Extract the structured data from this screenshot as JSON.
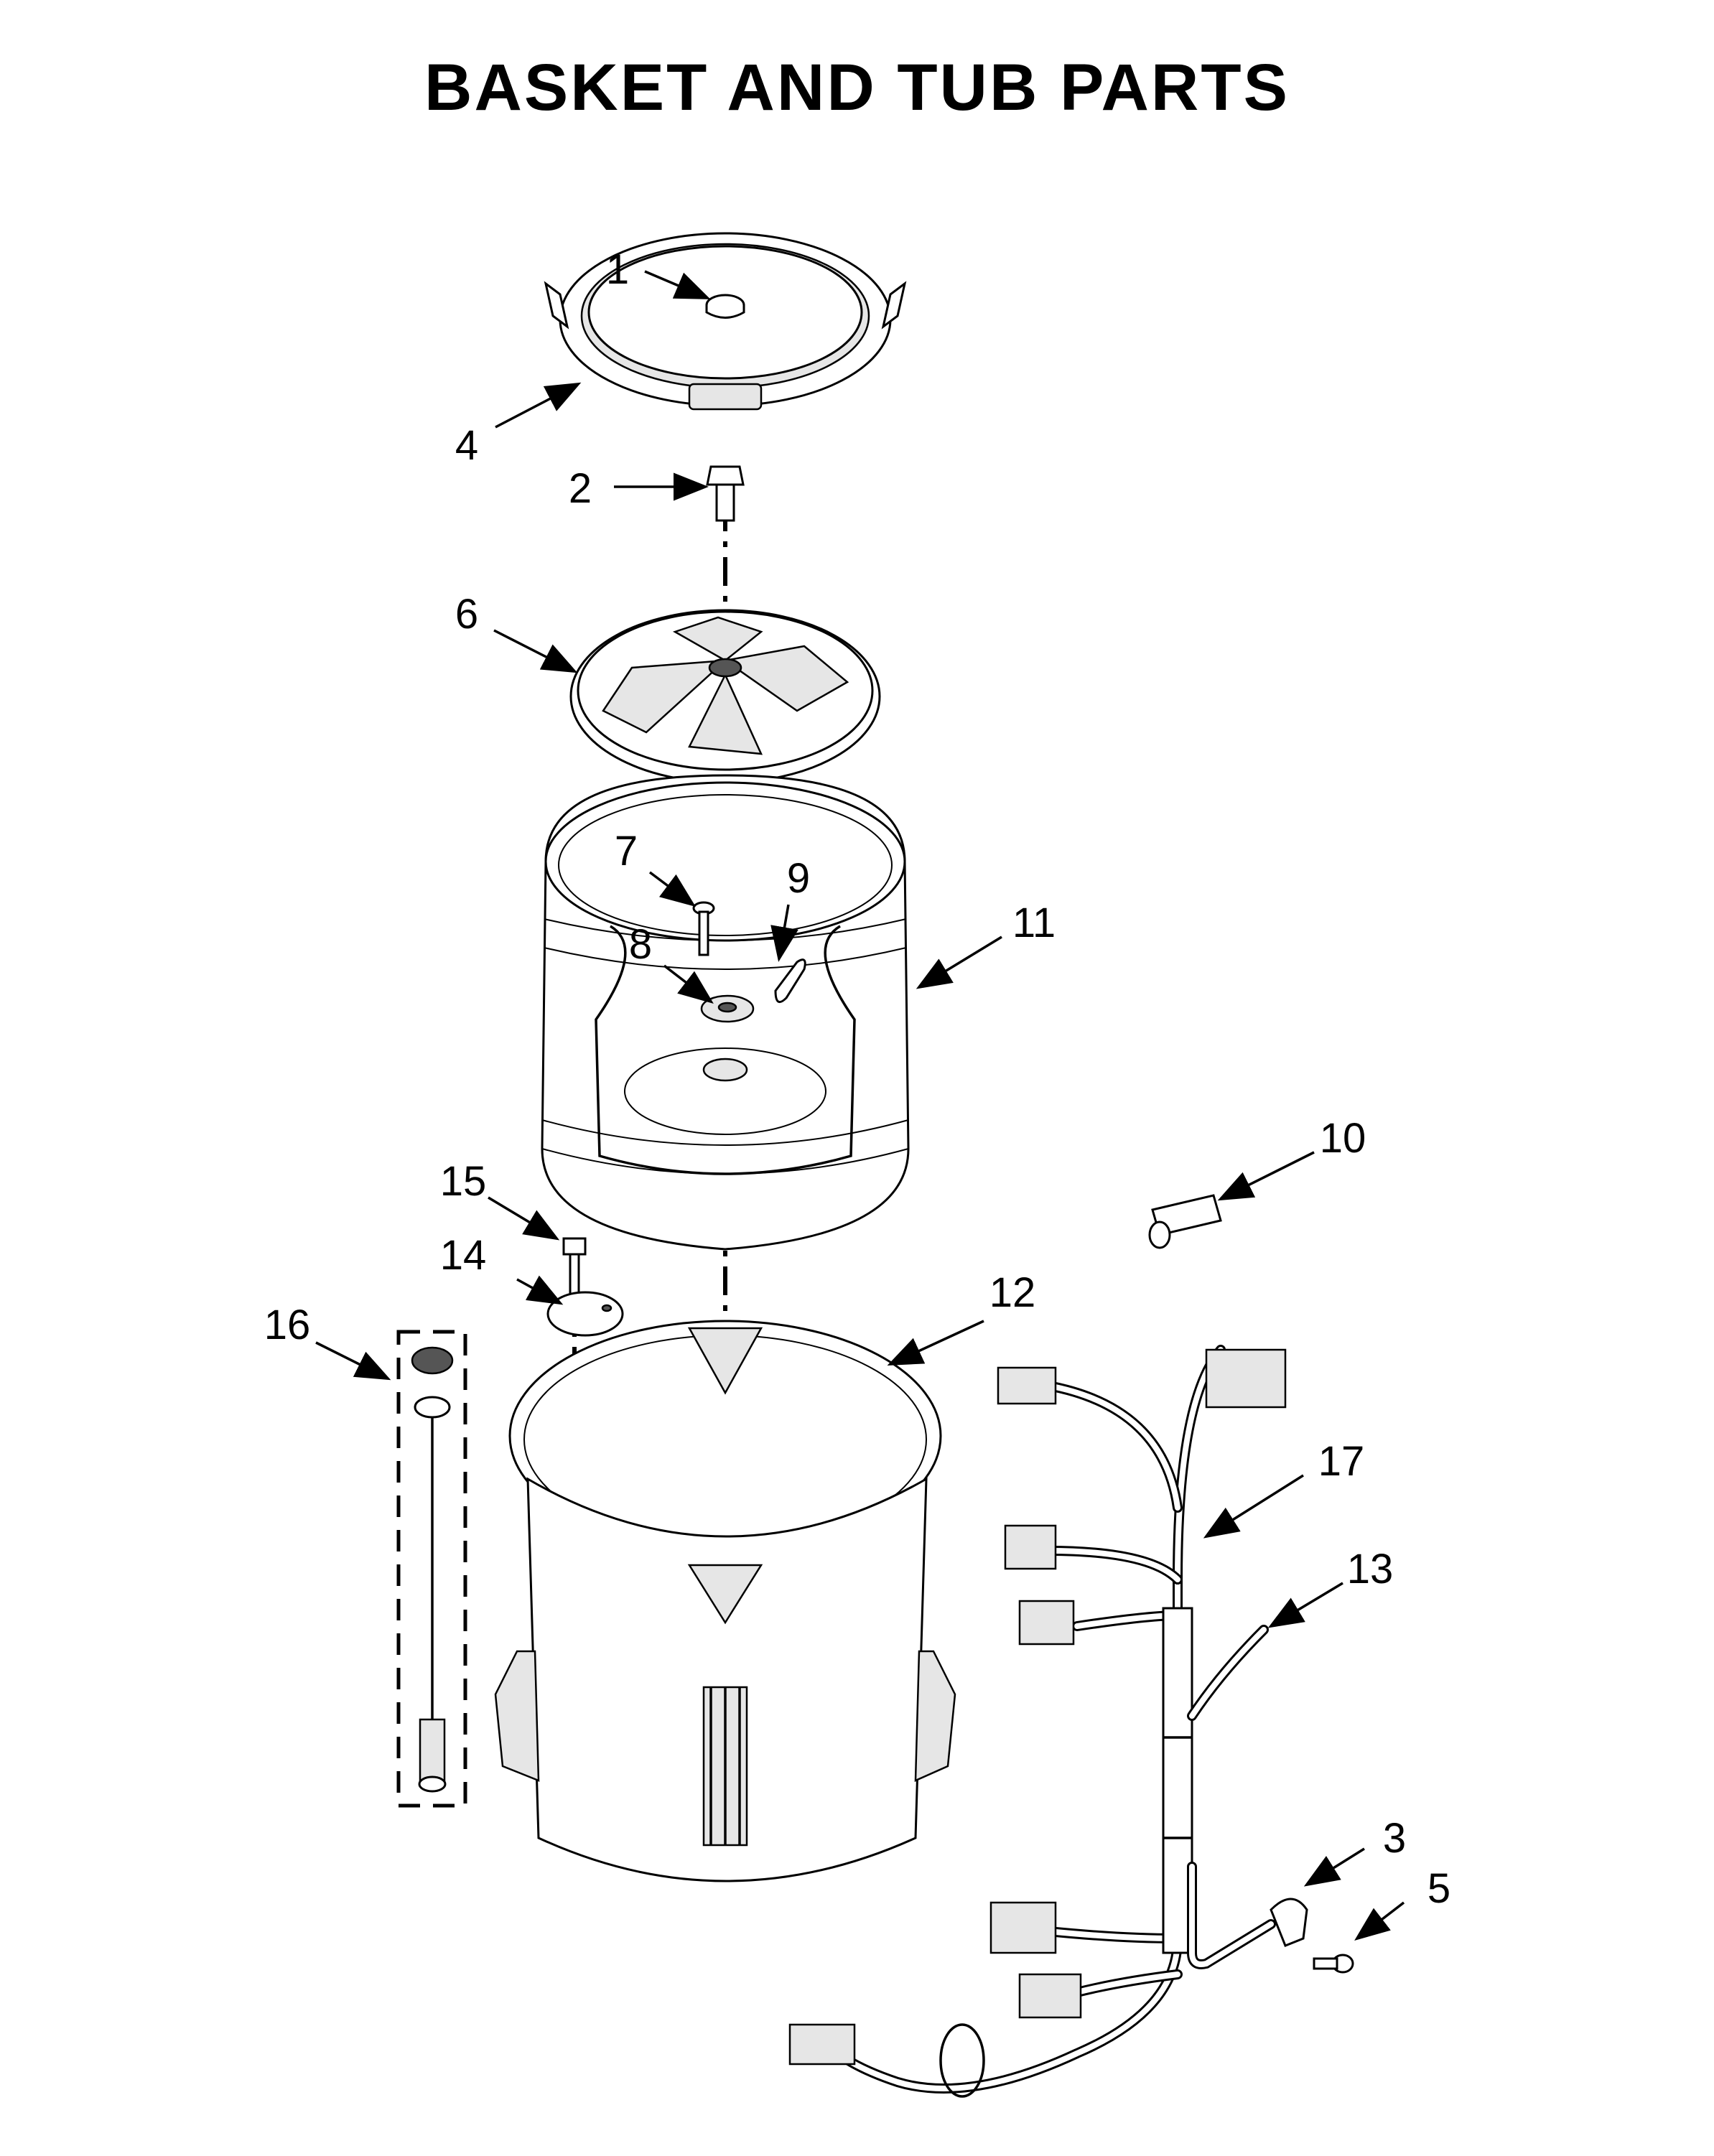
{
  "title": "BASKET AND TUB PARTS",
  "callouts": [
    "1",
    "2",
    "3",
    "4",
    "5",
    "6",
    "7",
    "8",
    "9",
    "10",
    "11",
    "12",
    "13",
    "14",
    "15",
    "16",
    "17"
  ]
}
